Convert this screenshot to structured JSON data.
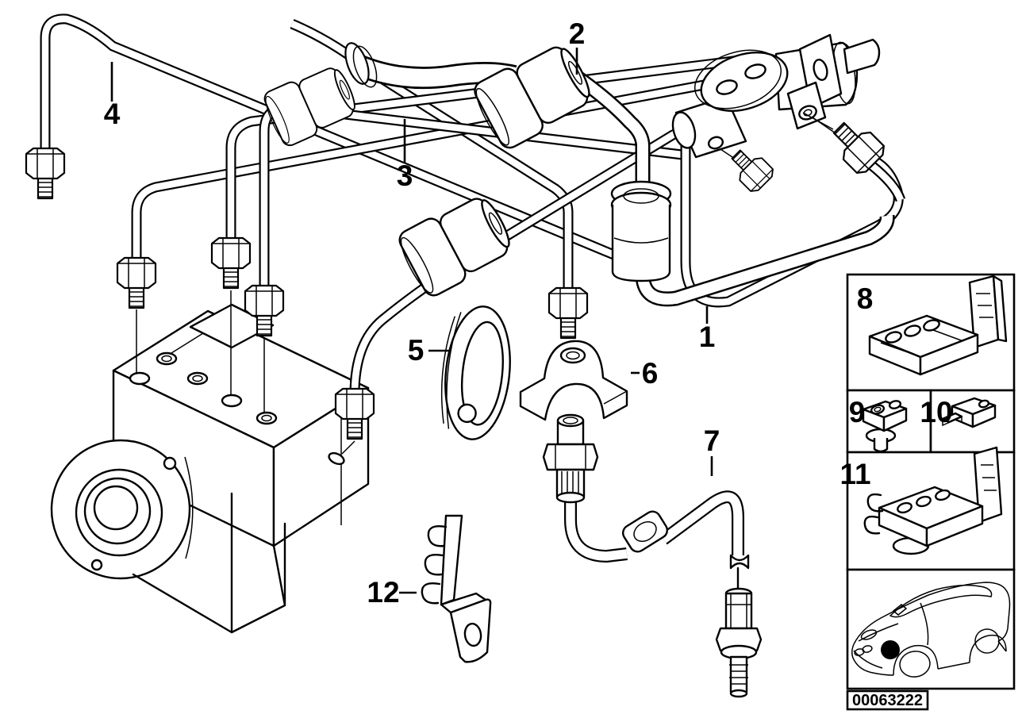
{
  "figure": {
    "type": "parts-diagram",
    "description": "exploded brake-pipe and ABS hydraulic unit line drawing",
    "colors": {
      "line": "#000000",
      "background": "#ffffff",
      "locator_dot": "#000000"
    },
    "callouts": [
      {
        "id": 1,
        "label": "1"
      },
      {
        "id": 2,
        "label": "2"
      },
      {
        "id": 3,
        "label": "3"
      },
      {
        "id": 4,
        "label": "4"
      },
      {
        "id": 5,
        "label": "5"
      },
      {
        "id": 6,
        "label": "6"
      },
      {
        "id": 7,
        "label": "7"
      },
      {
        "id": 12,
        "label": "12"
      }
    ],
    "legend": {
      "items": [
        {
          "label": "8",
          "icon": "pipe-clip-large-icon"
        },
        {
          "label": "9",
          "icon": "pipe-clip-grommet-icon"
        },
        {
          "label": "10",
          "icon": "pipe-clip-small-icon"
        },
        {
          "label": "11",
          "icon": "pipe-clip-comb-icon"
        }
      ],
      "car_thumbnail": "car-front-left-locator",
      "diagram_code": "00063222"
    }
  }
}
